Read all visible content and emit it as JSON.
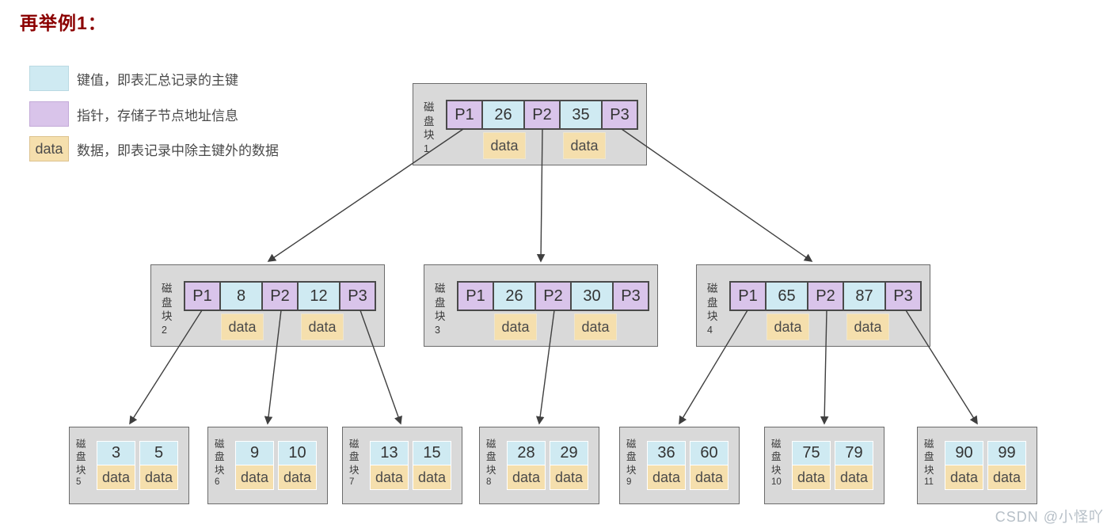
{
  "title": "再举例1：",
  "legend": [
    {
      "swatch": "key",
      "swatch_label": "",
      "text": "键值，即表汇总记录的主键"
    },
    {
      "swatch": "pointer",
      "swatch_label": "",
      "text": "指针，存储子节点地址信息"
    },
    {
      "swatch": "data",
      "swatch_label": "data",
      "text": "数据，即表记录中除主键外的数据"
    }
  ],
  "block_label": "磁盘块",
  "data_label": "data",
  "internal_nodes": [
    {
      "number": "1",
      "p1": "P1",
      "key1": "26",
      "p2": "P2",
      "key2": "35",
      "p3": "P3"
    },
    {
      "number": "2",
      "p1": "P1",
      "key1": "8",
      "p2": "P2",
      "key2": "12",
      "p3": "P3"
    },
    {
      "number": "3",
      "p1": "P1",
      "key1": "26",
      "p2": "P2",
      "key2": "30",
      "p3": "P3"
    },
    {
      "number": "4",
      "p1": "P1",
      "key1": "65",
      "p2": "P2",
      "key2": "87",
      "p3": "P3"
    }
  ],
  "leaf_nodes": [
    {
      "number": "5",
      "key1": "3",
      "key2": "5"
    },
    {
      "number": "6",
      "key1": "9",
      "key2": "10"
    },
    {
      "number": "7",
      "key1": "13",
      "key2": "15"
    },
    {
      "number": "8",
      "key1": "28",
      "key2": "29"
    },
    {
      "number": "9",
      "key1": "36",
      "key2": "60"
    },
    {
      "number": "10",
      "key1": "75",
      "key2": "79"
    },
    {
      "number": "11",
      "key1": "90",
      "key2": "99"
    }
  ],
  "watermark": "CSDN @小怪吖",
  "colors": {
    "title": "#8b0000",
    "key": "#cfeaf2",
    "pointer": "#d9c4ea",
    "data": "#f5dfad",
    "block_bg": "#d9d9d9",
    "arrow": "#3f3f3f",
    "page_bg": "#ffffff"
  }
}
